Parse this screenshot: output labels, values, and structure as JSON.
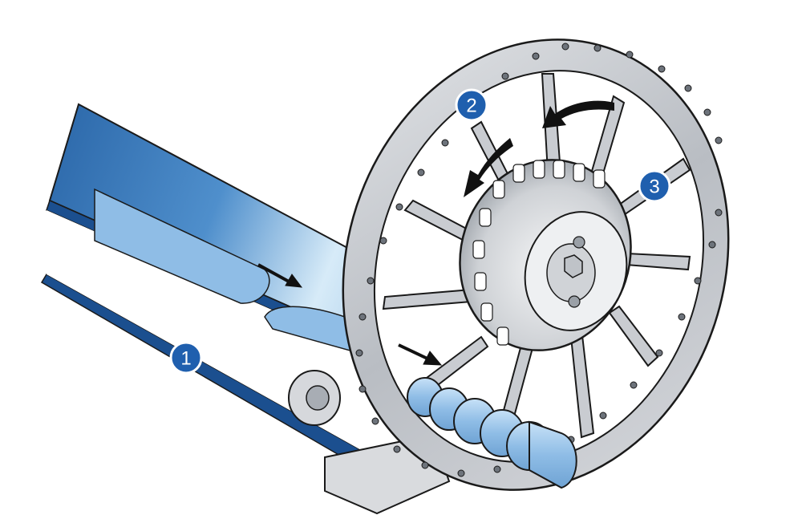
{
  "callouts": [
    {
      "label": "1"
    },
    {
      "label": "2"
    },
    {
      "label": "3"
    }
  ],
  "colors": {
    "callout_fill": "#1f5fae",
    "callout_ring": "#ffffff",
    "belt_dark": "#1b4f8f",
    "belt_mid": "#3d7fc1",
    "belt_light": "#d9ecf9",
    "material": "#8fbde6",
    "wheel_metal": "#c9ccd1",
    "wheel_shadow": "#8e949c",
    "hub_metal": "#dcdee2",
    "extrudate": "#9cc7ee",
    "outline": "#1a1a1a",
    "arrow": "#111111"
  },
  "icons": [
    "flow-arrow-icon",
    "rotation-arrow-icon"
  ]
}
